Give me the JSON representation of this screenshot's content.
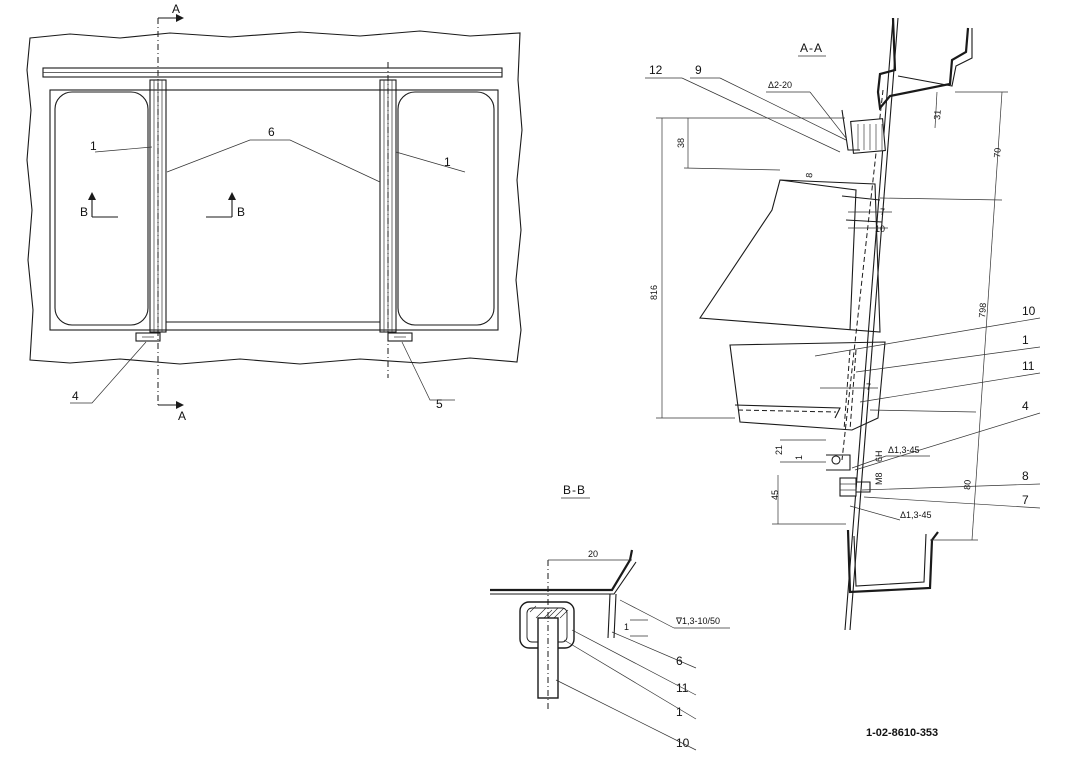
{
  "sections": {
    "aa_marker": "A",
    "aa_title": "A-A",
    "bb_marker": "B",
    "bb_title": "B-B"
  },
  "callouts": {
    "n1": "1",
    "n4": "4",
    "n5": "5",
    "n6": "6",
    "n7": "7",
    "n8": "8",
    "n9": "9",
    "n10": "10",
    "n11": "11",
    "n12": "12"
  },
  "dimensions": {
    "d38": "38",
    "d8": "8",
    "d7": "7",
    "d10": "10",
    "d816": "816",
    "d798": "798",
    "d70": "70",
    "d31": "31",
    "d21": "21",
    "d1": "1",
    "d45": "45",
    "d80": "80",
    "d20": "20",
    "m8": "M8",
    "m8b": "6H"
  },
  "welds": {
    "w1": "Δ2-20",
    "w2": "Δ1,3-45",
    "w3": "Δ1,3-45",
    "w4": "∇1,3-10/50"
  },
  "drawing_number": "1-02-8610-353"
}
